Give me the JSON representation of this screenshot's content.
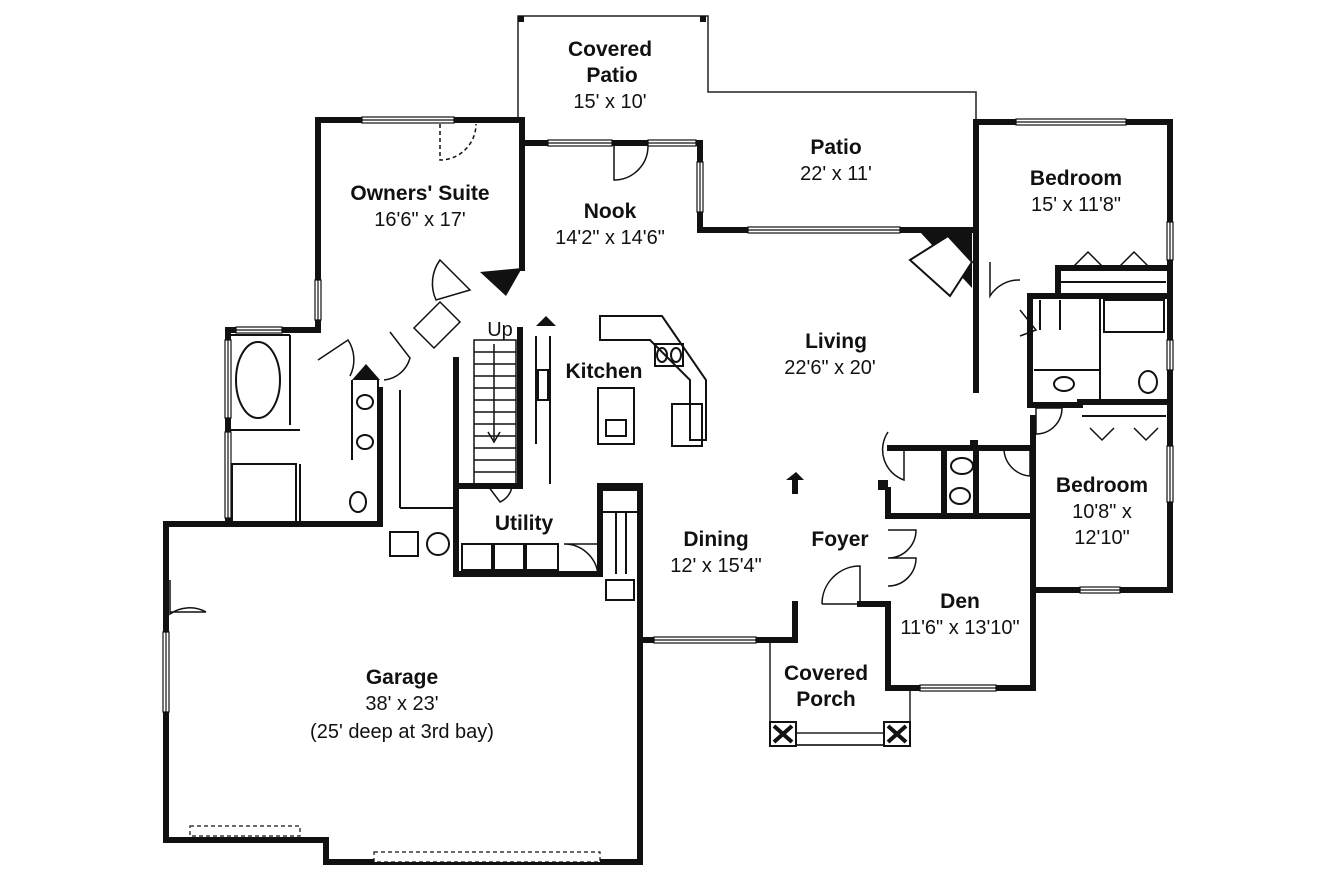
{
  "rooms": {
    "covered_patio": {
      "name_line1": "Covered",
      "name_line2": "Patio",
      "dim": "15' x 10'"
    },
    "patio": {
      "name": "Patio",
      "dim": "22' x 11'"
    },
    "owners_suite": {
      "name": "Owners' Suite",
      "dim": "16'6\" x 17'"
    },
    "nook": {
      "name": "Nook",
      "dim": "14'2\" x 14'6\""
    },
    "bedroom_1": {
      "name": "Bedroom",
      "dim": "15' x 11'8\""
    },
    "kitchen": {
      "name": "Kitchen"
    },
    "living": {
      "name": "Living",
      "dim": "22'6\" x 20'"
    },
    "utility": {
      "name": "Utility"
    },
    "dining": {
      "name": "Dining",
      "dim": "12' x 15'4\""
    },
    "foyer": {
      "name": "Foyer"
    },
    "bedroom_2": {
      "name": "Bedroom",
      "dim_line1": "10'8\" x",
      "dim_line2": "12'10\""
    },
    "den": {
      "name": "Den",
      "dim": "11'6\" x 13'10\""
    },
    "covered_porch": {
      "name_line1": "Covered",
      "name_line2": "Porch"
    },
    "garage": {
      "name": "Garage",
      "dim_line1": "38' x 23'",
      "dim_line2": "(25' deep at 3rd bay)"
    }
  },
  "stairs": {
    "label": "Up"
  },
  "colors": {
    "wall": "#111111",
    "thin_line": "#222222",
    "background": "#ffffff"
  }
}
